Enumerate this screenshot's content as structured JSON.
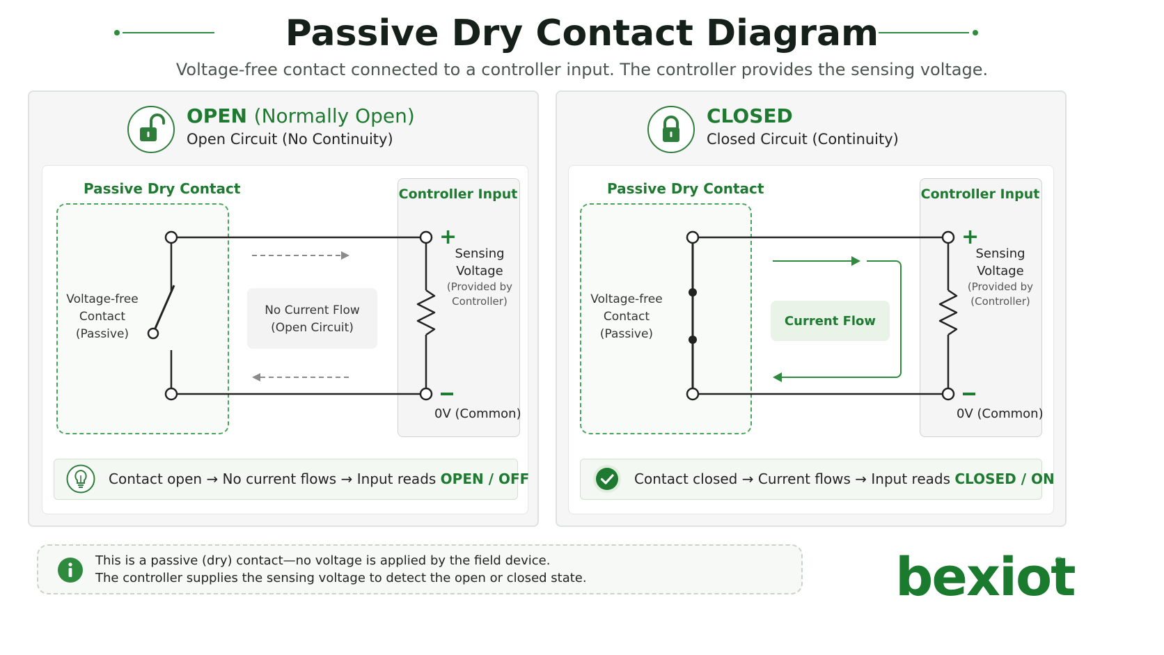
{
  "title": "Passive Dry Contact Diagram",
  "subtitle": "Voltage-free contact connected to a controller input. The controller provides the sensing voltage.",
  "colors": {
    "accent": "#1e7a30",
    "wire": "#222222",
    "panel_bg": "#f5f6f5"
  },
  "open_panel": {
    "icon": "unlocked-padlock-icon",
    "heading": "OPEN",
    "heading_paren": "(Normally Open)",
    "subheading": "Open Circuit (No Continuity)",
    "contact_title": "Passive Dry Contact",
    "contact_label": [
      "Voltage-free",
      "Contact",
      "(Passive)"
    ],
    "controller_title": "Controller Input",
    "sensing": [
      "Sensing",
      "Voltage"
    ],
    "provided": [
      "(Provided by",
      "Controller)"
    ],
    "common": "0V (Common)",
    "flow": [
      "No Current Flow",
      "(Open Circuit)"
    ],
    "status": {
      "icon": "lightbulb-icon",
      "prefix": "Contact open → No current flows → Input reads ",
      "state": "OPEN / OFF"
    }
  },
  "closed_panel": {
    "icon": "locked-padlock-icon",
    "heading": "CLOSED",
    "subheading": "Closed Circuit (Continuity)",
    "contact_title": "Passive Dry Contact",
    "contact_label": [
      "Voltage-free",
      "Contact",
      "(Passive)"
    ],
    "controller_title": "Controller Input",
    "sensing": [
      "Sensing",
      "Voltage"
    ],
    "provided": [
      "(Provided by",
      "(Controller)"
    ],
    "common": "0V (Common)",
    "flow": "Current Flow",
    "status": {
      "icon": "check-circle-icon",
      "prefix": "Contact closed → Current flows → Input reads ",
      "state": "CLOSED / ON"
    }
  },
  "note": {
    "icon": "info-icon",
    "line1": "This is a passive (dry) contact—no voltage is applied by the field device.",
    "line2": "The controller supplies the sensing voltage to detect the open or closed state."
  },
  "logo": {
    "text": "bexiot",
    "reg": "®"
  }
}
